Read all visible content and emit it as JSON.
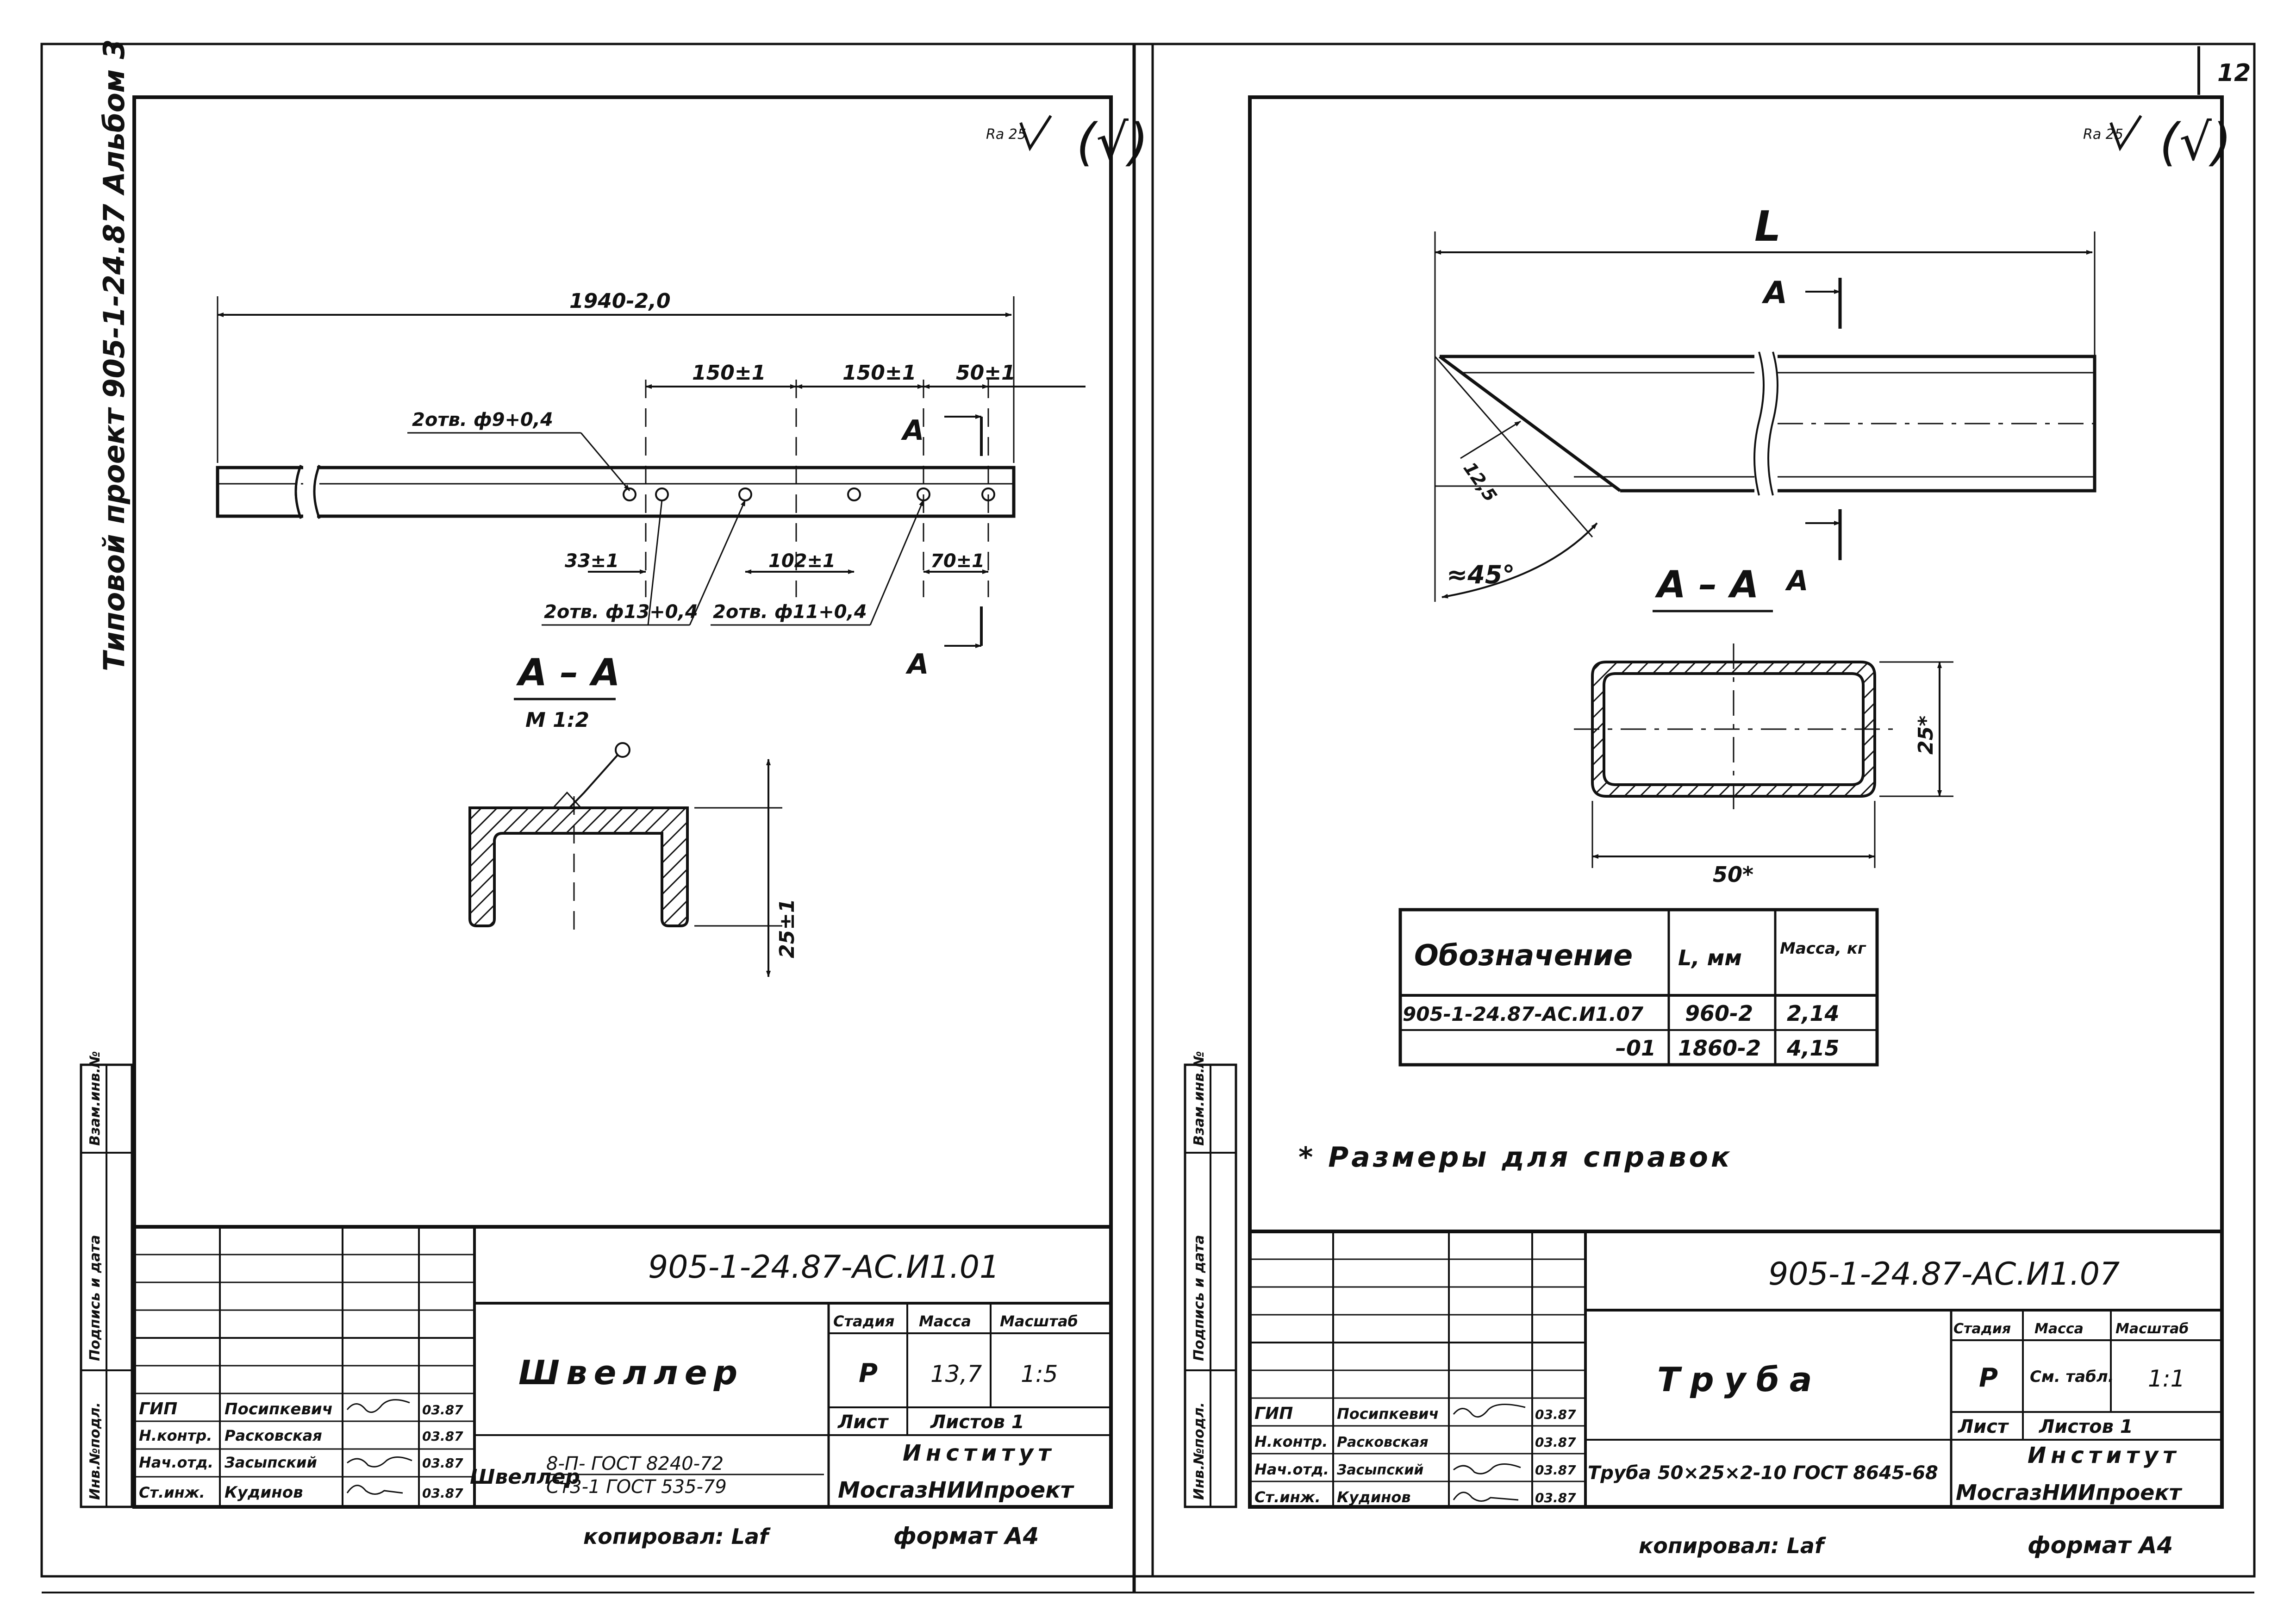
{
  "page": {
    "sheet_number": "12",
    "left_margin_title": "Типовой проект 905-1-24.87 Альбом 3",
    "side_labels": [
      "Инв.№подл.",
      "Подпись и дата",
      "Взам.инв.№"
    ]
  },
  "left_sheet": {
    "roughness": "Ra 25",
    "dimensions": {
      "overall": "1940-2,0",
      "d1": "150±1",
      "d2": "150±1",
      "d3": "50±1",
      "d4": "33±1",
      "d5": "102±1",
      "d6": "70±1",
      "holes_a": "2отв. ф9+0,4",
      "holes_b": "2отв. ф13+0,4",
      "holes_c": "2отв. ф11+0,4",
      "section_marker": "А",
      "section_height": "25±1"
    },
    "section_title": "А – А",
    "section_scale": "М 1:2",
    "title_block": {
      "designation": "905-1-24.87-АС.И1.01",
      "name": "Швеллер",
      "material_prefix": "Швеллер",
      "material_top": "8-П- ГОСТ 8240-72",
      "material_bottom": "Ст3-1 ГОСТ 535-79",
      "col_stage": "Стадия",
      "col_mass": "Масса",
      "col_scale": "Масштаб",
      "stage": "Р",
      "mass": "13,7",
      "scale": "1:5",
      "sheet_label": "Лист",
      "sheets_label": "Листов 1",
      "org_line1": "Институт",
      "org_line2": "МосгазНИИпроект",
      "staff": [
        {
          "role": "ГИП",
          "name": "Посипкевич",
          "date": "03.87"
        },
        {
          "role": "Н.контр.",
          "name": "Расковская",
          "date": "03.87"
        },
        {
          "role": "Нач.отд.",
          "name": "Засыпский",
          "date": "03.87"
        },
        {
          "role": "Ст.инж.",
          "name": "Кудинов",
          "date": "03.87"
        }
      ]
    },
    "copied_by": "копировал: Laf",
    "format": "формат А4"
  },
  "right_sheet": {
    "roughness": "Ra 25",
    "dimensions": {
      "length": "L",
      "section_marker": "А",
      "bend_radius": "12,5",
      "angle": "≈45°",
      "height": "25*",
      "width": "50*"
    },
    "section_title": "А – А",
    "table": {
      "headers": [
        "Обозначение",
        "L, мм",
        "Масса, кг"
      ],
      "rows": [
        [
          "905-1-24.87-АС.И1.07",
          "960-2",
          "2,14"
        ],
        [
          "–01",
          "1860-2",
          "4,15"
        ]
      ]
    },
    "note": "* Размеры для справок",
    "title_block": {
      "designation": "905-1-24.87-АС.И1.07",
      "name": "Труба",
      "material": "Труба 50×25×2-10 ГОСТ 8645-68",
      "col_stage": "Стадия",
      "col_mass": "Масса",
      "col_scale": "Масштаб",
      "stage": "Р",
      "mass": "См. табл.",
      "scale": "1:1",
      "sheet_label": "Лист",
      "sheets_label": "Листов 1",
      "org_line1": "Институт",
      "org_line2": "МосгазНИИпроект",
      "staff": [
        {
          "role": "ГИП",
          "name": "Посипкевич",
          "date": "03.87"
        },
        {
          "role": "Н.контр.",
          "name": "Расковская",
          "date": "03.87"
        },
        {
          "role": "Нач.отд.",
          "name": "Засыпский",
          "date": "03.87"
        },
        {
          "role": "Ст.инж.",
          "name": "Кудинов",
          "date": "03.87"
        }
      ]
    },
    "copied_by": "копировал: Laf",
    "format": "формат А4"
  }
}
